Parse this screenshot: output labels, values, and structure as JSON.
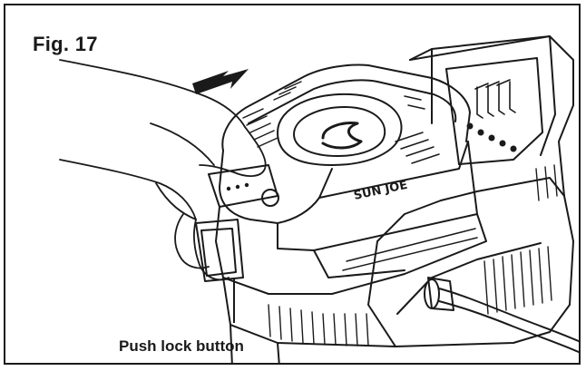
{
  "figure": {
    "label": "Fig. 17",
    "callout": "Push lock button",
    "brand": "SUN JOE"
  },
  "icons": {
    "direction": "arrow-left-icon",
    "logo": "sun-joe-logo"
  },
  "colors": {
    "ink": "#1a1a1a",
    "paper": "#ffffff"
  }
}
